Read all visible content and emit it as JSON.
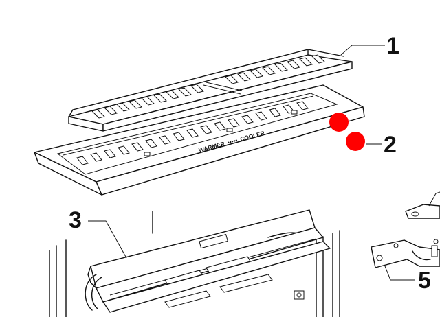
{
  "callouts": [
    {
      "number": "1"
    },
    {
      "number": "2"
    },
    {
      "number": "3"
    },
    {
      "number": "5"
    }
  ],
  "panel_label": {
    "left": "WARMER",
    "dots": "•••••",
    "right": "COOLER"
  },
  "markers": {
    "color": "#ff0000",
    "count": 2
  },
  "line_color": "#111111"
}
